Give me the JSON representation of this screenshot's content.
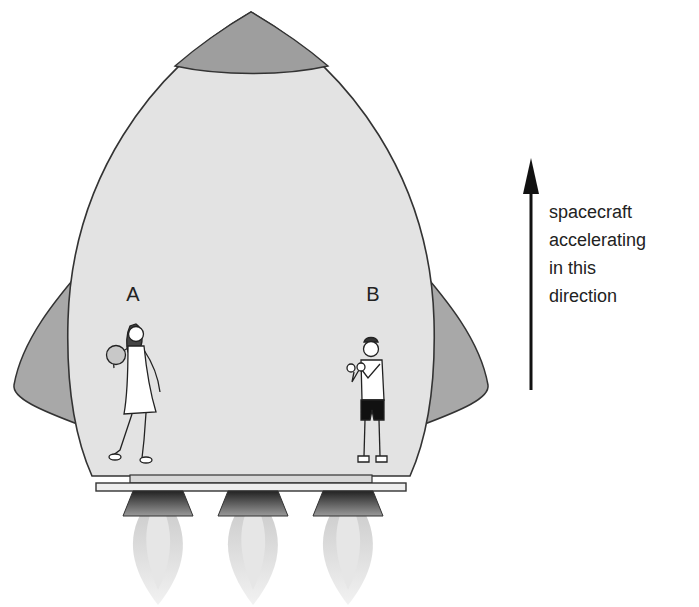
{
  "diagram": {
    "labels": [
      "A",
      "B",
      "spacecraft accelerating in this direction"
    ]
  }
}
